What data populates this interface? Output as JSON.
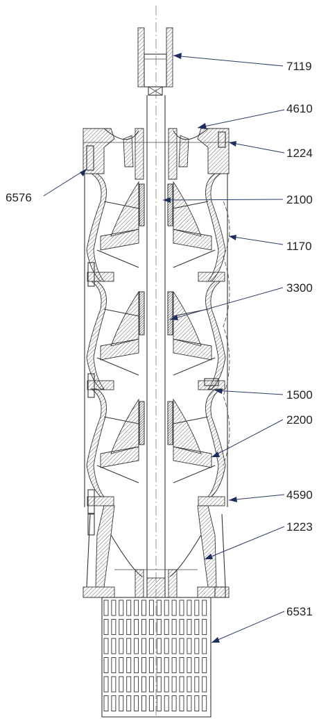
{
  "diagram": {
    "labels": [
      {
        "id": "7119",
        "text": "7119",
        "side": "right"
      },
      {
        "id": "4610",
        "text": "4610",
        "side": "right"
      },
      {
        "id": "1224",
        "text": "1224",
        "side": "right"
      },
      {
        "id": "6576",
        "text": "6576",
        "side": "left"
      },
      {
        "id": "2100",
        "text": "2100",
        "side": "right"
      },
      {
        "id": "1170",
        "text": "1170",
        "side": "right"
      },
      {
        "id": "3300",
        "text": "3300",
        "side": "right"
      },
      {
        "id": "1500",
        "text": "1500",
        "side": "right"
      },
      {
        "id": "2200",
        "text": "2200",
        "side": "right"
      },
      {
        "id": "4590",
        "text": "4590",
        "side": "right"
      },
      {
        "id": "1223",
        "text": "1223",
        "side": "right"
      },
      {
        "id": "6531",
        "text": "6531",
        "side": "right"
      }
    ],
    "colors": {
      "line": "#333333",
      "leader": "#2a3a66"
    }
  }
}
